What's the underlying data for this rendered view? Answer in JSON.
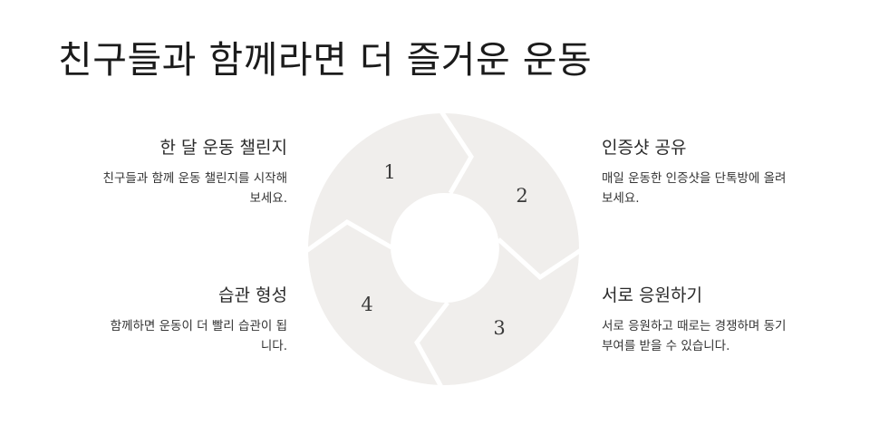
{
  "title": "친구들과 함께라면 더 즐거운 운동",
  "steps": [
    {
      "number": "1",
      "heading": "한 달 운동 챌린지",
      "desc_line1": "친구들과 함께 운동 챌린지를 시작해",
      "desc_line2": "보세요."
    },
    {
      "number": "2",
      "heading": "인증샷 공유",
      "desc_line1": "매일 운동한 인증샷을 단톡방에 올려",
      "desc_line2": "보세요."
    },
    {
      "number": "3",
      "heading": "서로 응원하기",
      "desc_line1": "서로 응원하고 때로는 경쟁하며 동기",
      "desc_line2": "부여를 받을 수 있습니다."
    },
    {
      "number": "4",
      "heading": "습관 형성",
      "desc_line1": "함께하면 운동이 더 빨리 습관이 됩",
      "desc_line2": "니다."
    }
  ],
  "colors": {
    "segment_fill": "#f0eeec",
    "separator": "#ffffff",
    "background": "#ffffff"
  }
}
